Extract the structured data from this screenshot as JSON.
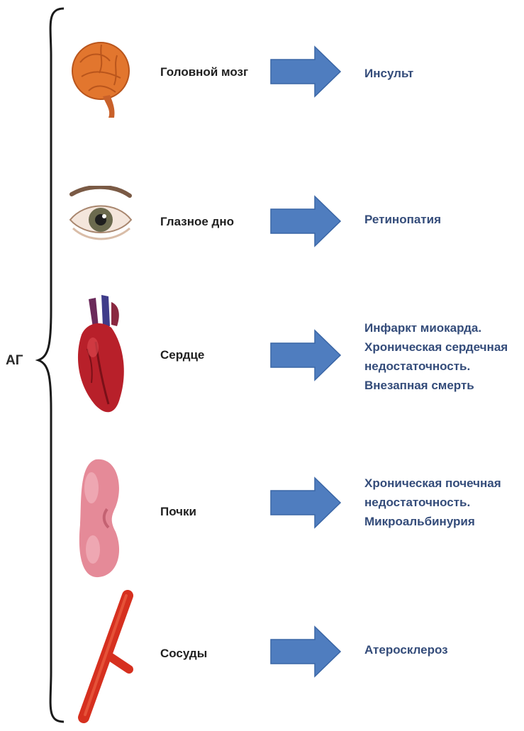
{
  "root_label": "АГ",
  "colors": {
    "arrow": "#4f7dbf",
    "outcome_text": "#344c7a",
    "organ_text": "#1f1f1f",
    "brain": "#e2762e",
    "heart": "#b8202a",
    "kidney": "#e58a98",
    "vessel": "#d6301f"
  },
  "rows": [
    {
      "organ": "Головной мозг",
      "icon": "brain-icon",
      "outcome": [
        "Инсульт"
      ]
    },
    {
      "organ": "Глазное дно",
      "icon": "eye-icon",
      "outcome": [
        "Ретинопатия"
      ]
    },
    {
      "organ": "Сердце",
      "icon": "heart-icon",
      "outcome": [
        "Инфаркт миокарда.",
        "Хроническая сердечная",
        "недостаточность.",
        "Внезапная смерть"
      ]
    },
    {
      "organ": "Почки",
      "icon": "kidney-icon",
      "outcome": [
        "Хроническая почечная",
        "недостаточность.",
        "Микроальбинурия"
      ]
    },
    {
      "organ": "Сосуды",
      "icon": "vessel-icon",
      "outcome": [
        "Атеросклероз"
      ]
    }
  ]
}
